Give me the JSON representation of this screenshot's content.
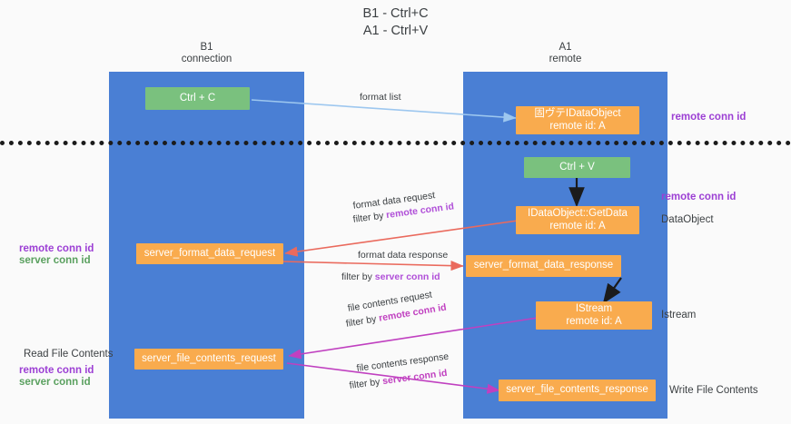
{
  "title": {
    "line1": "B1 - Ctrl+C",
    "line2": "A1 - Ctrl+V"
  },
  "lanes": [
    {
      "id": "b1",
      "title_line1": "B1",
      "title_line2": "connection",
      "color": "#4a7fd4"
    },
    {
      "id": "a1",
      "title_line1": "A1",
      "title_line2": "remote",
      "color": "#4a7fd4"
    }
  ],
  "nodes": {
    "ctrl_c": {
      "label": "Ctrl + C",
      "color": "#7ac17e"
    },
    "idataobject": {
      "line1": "固ヴテIDataObject",
      "line2": "remote id: A",
      "color": "#f9ab4e"
    },
    "ctrl_v": {
      "label": "Ctrl + V",
      "color": "#7ac17e"
    },
    "getdata": {
      "line1": "IDataObject::GetData",
      "line2": "remote id: A",
      "color": "#f9ab4e"
    },
    "server_format_data_request": {
      "label": "server_format_data_request",
      "color": "#f9ab4e"
    },
    "server_format_data_response": {
      "label": "server_format_data_response",
      "color": "#f9ab4e"
    },
    "istream": {
      "line1": "IStream",
      "line2": "remote id: A",
      "color": "#f9ab4e"
    },
    "server_file_contents_request": {
      "label": "server_file_contents_request",
      "color": "#f9ab4e"
    },
    "server_file_contents_response": {
      "label": "server_file_contents_response",
      "color": "#f9ab4e"
    }
  },
  "edges": {
    "format_list": {
      "label": "format list",
      "color": "#9dc7ef"
    },
    "format_data_request": {
      "label": "format data request",
      "filter_prefix": "filter by ",
      "filter_key": "remote conn id",
      "color": "#ea6a5d"
    },
    "format_data_response": {
      "label": "format data response",
      "filter_prefix": "filter by ",
      "filter_key": "server conn id",
      "color": "#ea6a5d"
    },
    "file_contents_request": {
      "label": "file contents request",
      "filter_prefix": "filter by ",
      "filter_key": "remote conn id",
      "color": "#c040c0"
    },
    "file_contents_response": {
      "label": "file contents response",
      "filter_prefix": "filter by ",
      "filter_key": "server conn id",
      "color": "#c040c0"
    }
  },
  "right_labels": {
    "remote_conn_id_top": "remote conn id",
    "remote_conn_id_mid": "remote conn id",
    "dataobject": "DataObject",
    "istream": "Istream",
    "write_file_contents": "Write File Contents"
  },
  "left_labels": {
    "remote_conn_id_mid": "remote conn id",
    "server_conn_id_mid": "server conn id",
    "read_file_contents": "Read File Contents",
    "remote_conn_id_bottom": "remote conn id",
    "server_conn_id_bottom": "server conn id"
  },
  "colors": {
    "lane": "#4a7fd4",
    "orange": "#f9ab4e",
    "green": "#7ac17e",
    "purple": "#9c3fd4",
    "green_text": "#5aa05f",
    "red_arrow": "#ea6a5d",
    "magenta_arrow": "#c040c0",
    "blue_arrow": "#9dc7ef",
    "background": "#fafafa"
  }
}
